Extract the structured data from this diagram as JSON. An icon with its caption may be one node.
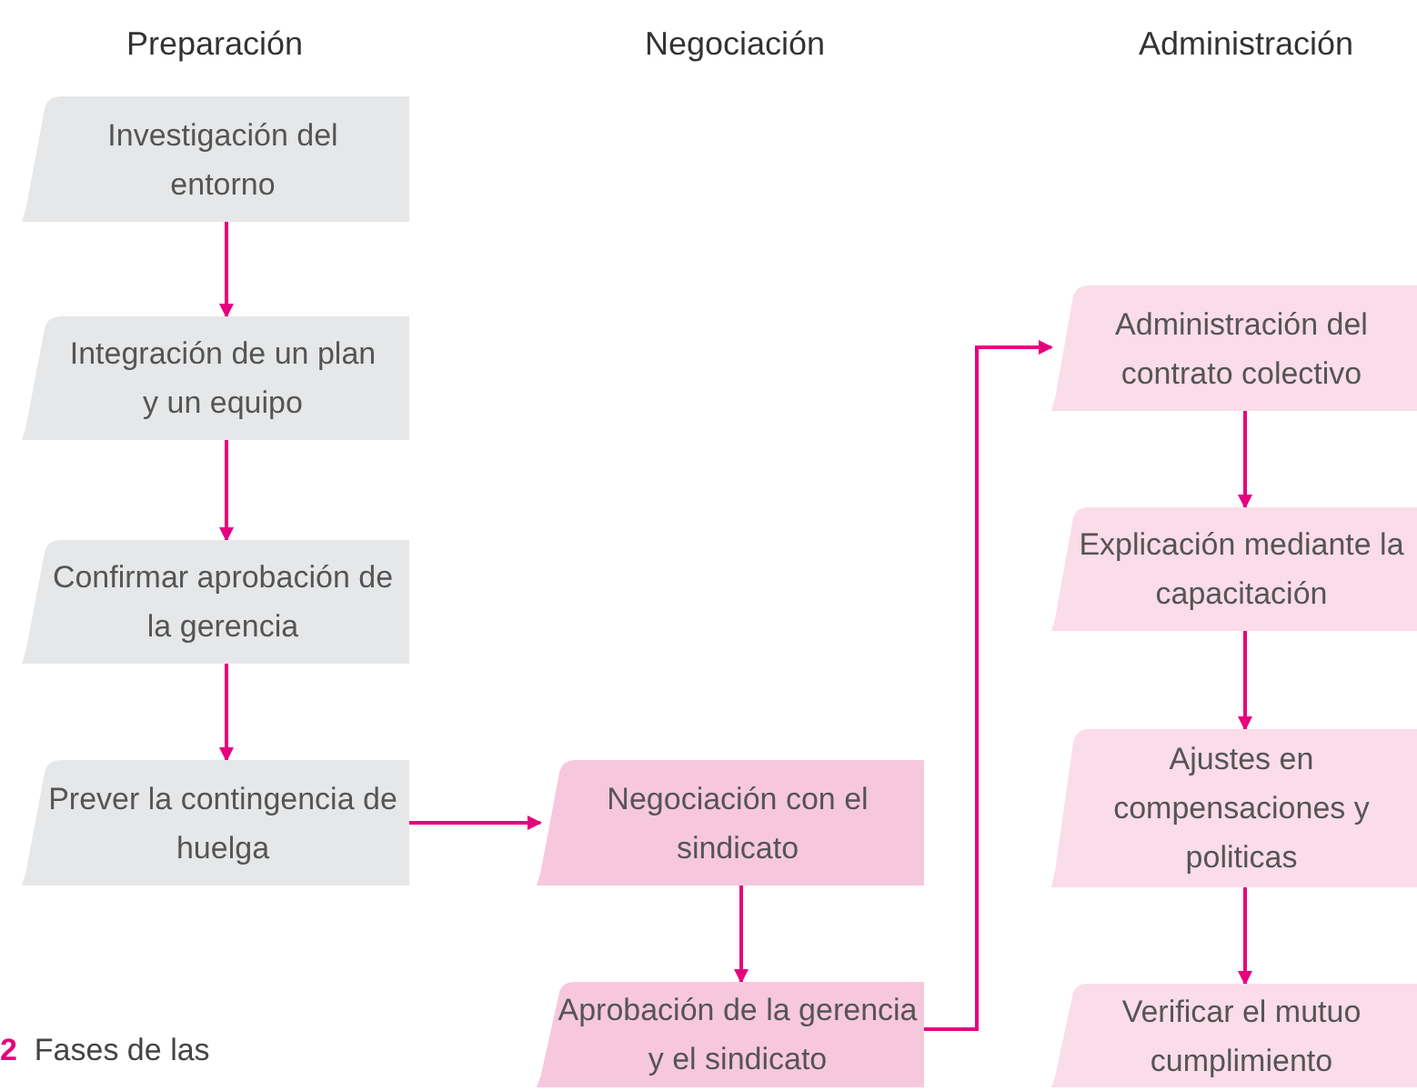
{
  "diagram": {
    "caption": "**2**  Fases de las",
    "nodes": [
      {
        "text": [
          "Investigación del entorno"
        ]
      },
      {
        "text": [
          "Integración de un plan y un equipo"
        ]
      },
      {
        "text": [
          "Confirmar aprobación de la gerencia"
        ]
      },
      {
        "text": [
          "Prever la contingencia de huelga"
        ]
      },
      {
        "text": [
          "Negociación con el sindicato"
        ]
      },
      {
        "text": [
          "Aprobación de la gerencia y el sindicato"
        ]
      },
      {
        "text": [
          "Administración del contrato colectivo"
        ]
      },
      {
        "text": [
          "Explicación mediante la capacitación"
        ]
      },
      {
        "text": [
          "Ajustes en compensaciones y politicas"
        ]
      },
      {
        "text": [
          "Verificar el mutuo cumplimiento"
        ]
      }
    ],
    "edges": [
      {
        "from": 0,
        "to": 1,
        "arrow": "to"
      },
      {
        "from": 1,
        "to": 2,
        "arrow": "to"
      },
      {
        "from": 2,
        "to": 3,
        "arrow": "to"
      },
      {
        "from": 3,
        "to": 4,
        "arrow": "to"
      },
      {
        "from": 4,
        "to": 5,
        "arrow": "to"
      },
      {
        "from": 5,
        "to": 6,
        "arrow": "to"
      },
      {
        "from": 6,
        "to": 7,
        "arrow": "to"
      },
      {
        "from": 7,
        "to": 8,
        "arrow": "to"
      },
      {
        "from": 8,
        "to": 9,
        "arrow": "to"
      }
    ],
    "labels": [
      "Preparación",
      "Negociación",
      "Administración"
    ]
  }
}
